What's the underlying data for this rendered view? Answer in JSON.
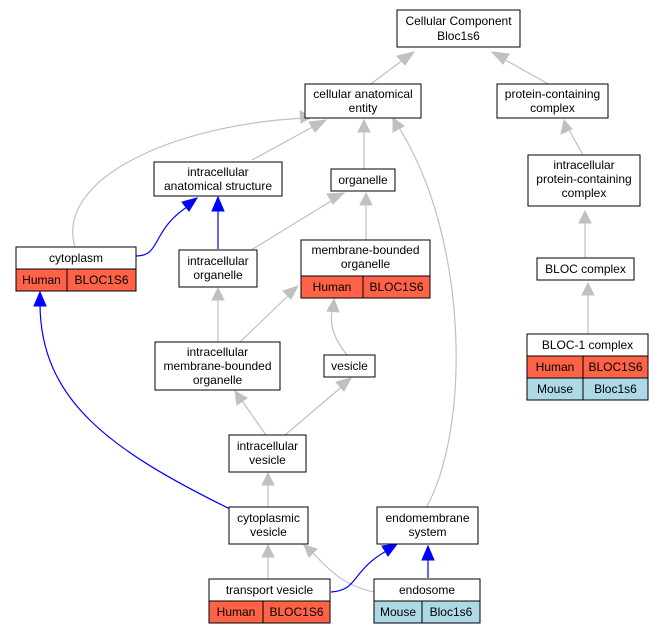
{
  "colors": {
    "human": "#ff6347",
    "mouse": "#add8e6",
    "edge_gray": "#c0c0c0",
    "edge_blue": "#0000ff"
  },
  "nodes": {
    "root": {
      "line1": "Cellular Component",
      "line2": "Bloc1s6"
    },
    "cae": {
      "line1": "cellular anatomical",
      "line2": "entity"
    },
    "pcc": {
      "line1": "protein-containing",
      "line2": "complex"
    },
    "ias": {
      "line1": "intracellular",
      "line2": "anatomical structure"
    },
    "organelle": {
      "line1": "organelle"
    },
    "ipcc": {
      "line1": "intracellular",
      "line2": "protein-containing",
      "line3": "complex"
    },
    "cytoplasm": {
      "line1": "cytoplasm",
      "tag_species": "Human",
      "tag_gene": "BLOC1S6"
    },
    "io": {
      "line1": "intracellular",
      "line2": "organelle"
    },
    "mbo": {
      "line1": "membrane-bounded",
      "line2": "organelle",
      "tag_species": "Human",
      "tag_gene": "BLOC1S6"
    },
    "bloc": {
      "line1": "BLOC complex"
    },
    "imbo": {
      "line1": "intracellular",
      "line2": "membrane-bounded",
      "line3": "organelle"
    },
    "vesicle": {
      "line1": "vesicle"
    },
    "bloc1": {
      "line1": "BLOC-1 complex",
      "row1_species": "Human",
      "row1_gene": "BLOC1S6",
      "row2_species": "Mouse",
      "row2_gene": "Bloc1s6"
    },
    "iv": {
      "line1": "intracellular",
      "line2": "vesicle"
    },
    "cv": {
      "line1": "cytoplasmic",
      "line2": "vesicle"
    },
    "ems": {
      "line1": "endomembrane",
      "line2": "system"
    },
    "tv": {
      "line1": "transport vesicle",
      "tag_species": "Human",
      "tag_gene": "BLOC1S6"
    },
    "endosome": {
      "line1": "endosome",
      "tag_species": "Mouse",
      "tag_gene": "Bloc1s6"
    }
  }
}
